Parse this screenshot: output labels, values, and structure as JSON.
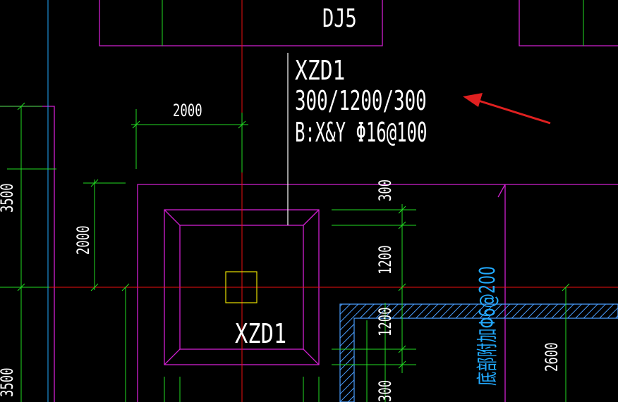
{
  "drawing": {
    "background": "#000000",
    "colors": {
      "magenta": "#d020d0",
      "green": "#22dd22",
      "red": "#ee1111",
      "cyan": "#22aaff",
      "white": "#ffffff",
      "yellow": "#e8e000",
      "arrow": "#e02020"
    },
    "labels": {
      "dj5": "DJ5",
      "xzd1_callout": "XZD1",
      "xzd1_dims": "300/1200/300",
      "xzd1_rebar": "B:X&Y Φ16@100",
      "xzd1_inner": "XZD1",
      "dim_2000_top": "2000",
      "dim_2000_left": "2000",
      "dim_3500_upper": "3500",
      "dim_3500_lower": "3500",
      "dim_300_top": "300",
      "dim_1200_upper": "1200",
      "dim_1200_lower": "1200",
      "dim_300_bottom": "300",
      "dim_2600": "2600",
      "cyan_note": "底部附加Φ6@200"
    }
  }
}
